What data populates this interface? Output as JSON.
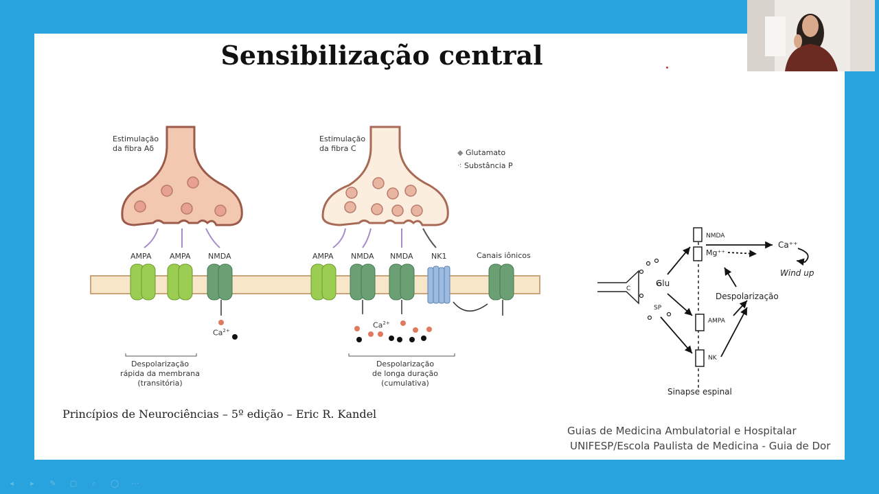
{
  "slide": {
    "title": "Sensibilização central",
    "left_diagram": {
      "stim_ad": [
        "Estimulação",
        "da fibra Aδ"
      ],
      "stim_c": [
        "Estimulação",
        "da fibra C"
      ],
      "legend": [
        "Glutamato",
        "Substância P"
      ],
      "receptors": [
        "AMPA",
        "AMPA",
        "NMDA",
        "AMPA",
        "NMDA",
        "NMDA",
        "NK1"
      ],
      "channels_label": "Canais iônicos",
      "ca_label": "Ca",
      "ca_sup": "2+",
      "caption_left": [
        "Despolarização",
        "rápida da membrana",
        "(transitória)"
      ],
      "caption_right": [
        "Despolarização",
        "de longa duração",
        "(cumulativa)"
      ]
    },
    "right_diagram": {
      "nmda": "NMDA",
      "mg": "Mg⁺⁺",
      "ca": "Ca⁺⁺",
      "wind_up": "Wind up",
      "glu": "Glu",
      "sp": "SP",
      "c": "C",
      "depolarization": "Despolarização",
      "ampa": "AMPA",
      "nk": "NK",
      "synapse": "Sinapse espinal"
    },
    "ref_kandel": "Princípios de Neurociências – 5º edição – Eric R. Kandel",
    "ref_guias_1": "Guias de Medicina Ambulatorial e Hospitalar",
    "ref_guias_2": "UNIFESP/Escola Paulista de Medicina - Guia de Dor"
  },
  "toolbar": [
    "◂",
    "▸",
    "✎",
    "▢",
    "⌕",
    "◯",
    "⋯"
  ]
}
